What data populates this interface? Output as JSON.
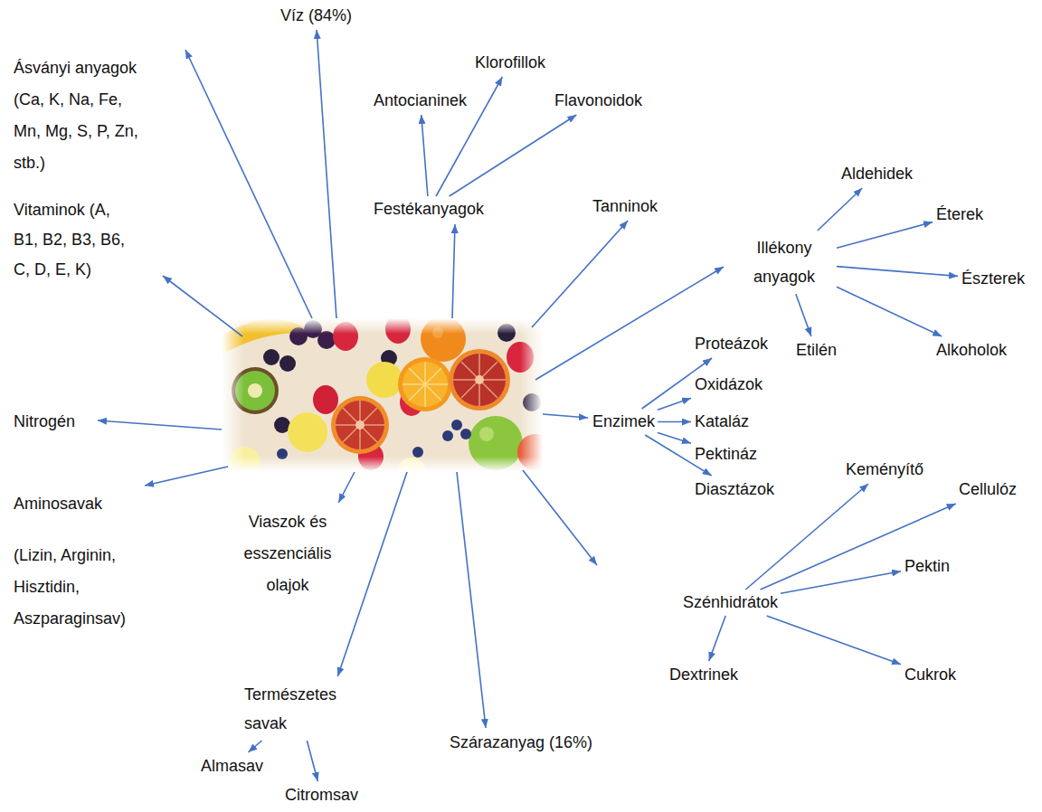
{
  "diagram": {
    "nodes": [
      {
        "text": [
          "Víz (84%)"
        ]
      },
      {
        "text": [
          "Ásványi anyagok (Ca, K, Na, Fe, Mn, Mg, S, P, Zn, stb.)"
        ]
      },
      {
        "text": [
          "Klorofillok"
        ]
      },
      {
        "text": [
          "Antocianinek"
        ]
      },
      {
        "text": [
          "Flavonoidok"
        ]
      },
      {
        "text": [
          "Festékanyagok"
        ]
      },
      {
        "text": [
          "Tanninok"
        ]
      },
      {
        "text": [
          "Aldehidek"
        ]
      },
      {
        "text": [
          "Éterek"
        ]
      },
      {
        "text": [
          "Illékony anyagok"
        ]
      },
      {
        "text": [
          "Vitaminok (A, B1, B2, B3, B6, C, D, E, K)"
        ]
      },
      {
        "text": [
          "Észterek"
        ]
      },
      {
        "text": [
          "Proteázok"
        ]
      },
      {
        "text": [
          "Etilén"
        ]
      },
      {
        "text": [
          "Alkoholok"
        ]
      },
      {
        "text": [
          "Oxidázok"
        ]
      },
      {
        "text": [
          "Nitrogén"
        ]
      },
      {
        "text": [
          "Enzimek"
        ]
      },
      {
        "text": [
          "Kataláz"
        ]
      },
      {
        "text": [
          "Keményítő"
        ]
      },
      {
        "text": [
          "Pektináz"
        ]
      },
      {
        "text": [
          "Cellulóz"
        ]
      },
      {
        "text": [
          "Diasztázok"
        ]
      },
      {
        "text": [
          "Aminosavak",
          "(Lizin, Arginin, Hisztidin, Aszparaginsav)"
        ]
      },
      {
        "text": [
          "Viaszok és esszenciális olajok"
        ]
      },
      {
        "text": [
          "Pektin"
        ]
      },
      {
        "text": [
          "Szénhidrátok"
        ]
      },
      {
        "text": [
          "Dextrinek"
        ]
      },
      {
        "text": [
          "Cukrok"
        ]
      },
      {
        "text": [
          "Természetes savak"
        ]
      },
      {
        "text": [
          "Szárazanyag (16%)"
        ]
      },
      {
        "text": [
          "Almasav"
        ]
      },
      {
        "text": [
          "Citromsav"
        ]
      }
    ],
    "edges": [
      {
        "from": 5,
        "to": 3,
        "arrow": "to"
      },
      {
        "from": 5,
        "to": 2,
        "arrow": "to"
      },
      {
        "from": 5,
        "to": 4,
        "arrow": "to"
      },
      {
        "from": 9,
        "to": 7,
        "arrow": "to"
      },
      {
        "from": 9,
        "to": 8,
        "arrow": "to"
      },
      {
        "from": 9,
        "to": 11,
        "arrow": "to"
      },
      {
        "from": 9,
        "to": 13,
        "arrow": "to"
      },
      {
        "from": 9,
        "to": 14,
        "arrow": "to"
      },
      {
        "from": 17,
        "to": 12,
        "arrow": "to"
      },
      {
        "from": 17,
        "to": 15,
        "arrow": "to"
      },
      {
        "from": 17,
        "to": 18,
        "arrow": "to"
      },
      {
        "from": 17,
        "to": 20,
        "arrow": "to"
      },
      {
        "from": 17,
        "to": 22,
        "arrow": "to"
      },
      {
        "from": 26,
        "to": 19,
        "arrow": "to"
      },
      {
        "from": 26,
        "to": 21,
        "arrow": "to"
      },
      {
        "from": 26,
        "to": 25,
        "arrow": "to"
      },
      {
        "from": 26,
        "to": 27,
        "arrow": "to"
      },
      {
        "from": 26,
        "to": 28,
        "arrow": "to"
      },
      {
        "from": 29,
        "to": 31,
        "arrow": "to"
      },
      {
        "from": 29,
        "to": 32,
        "arrow": "to"
      }
    ]
  }
}
